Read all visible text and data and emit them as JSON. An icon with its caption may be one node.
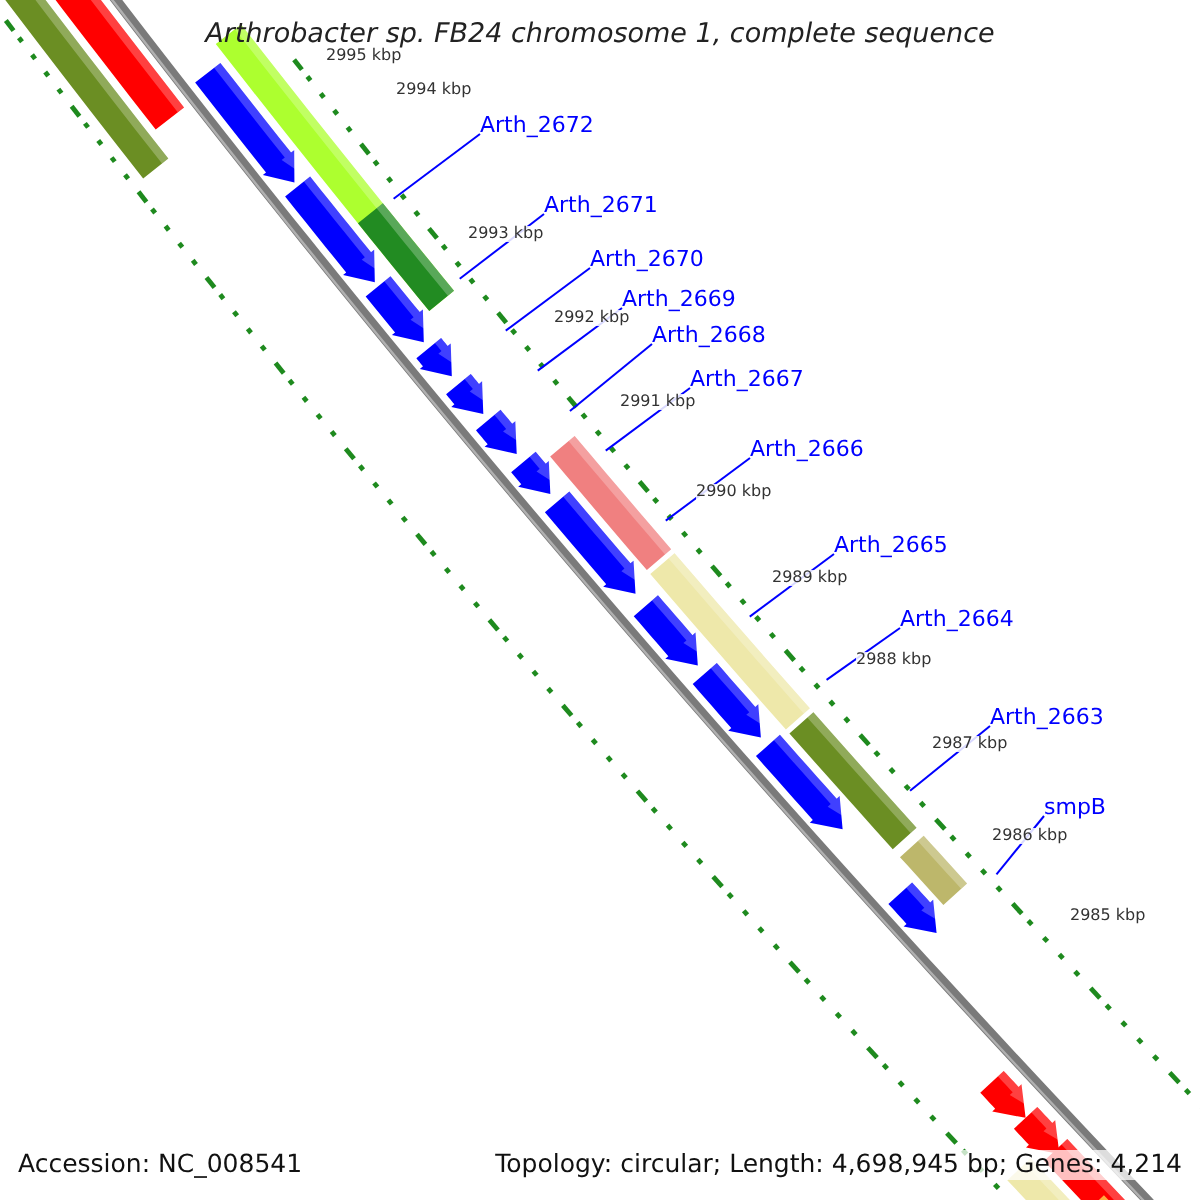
{
  "diagram": {
    "title": "Arthrobacter sp. FB24 chromosome 1, complete sequence",
    "nodes": [
      {
        "text": [
          "Arth_2672"
        ]
      },
      {
        "text": [
          "Arth_2671"
        ]
      },
      {
        "text": [
          "Arth_2670"
        ]
      },
      {
        "text": [
          "Arth_2669"
        ]
      },
      {
        "text": [
          "Arth_2668"
        ]
      },
      {
        "text": [
          "Arth_2667"
        ]
      },
      {
        "text": [
          "Arth_2666"
        ]
      },
      {
        "text": [
          "Arth_2665"
        ]
      },
      {
        "text": [
          "Arth_2664"
        ]
      },
      {
        "text": [
          "Arth_2663"
        ]
      },
      {
        "text": [
          "smpB"
        ]
      }
    ],
    "edges": [
      {
        "from": 0,
        "to": null,
        "arrow": "none"
      },
      {
        "from": 1,
        "to": null,
        "arrow": "none"
      },
      {
        "from": 2,
        "to": null,
        "arrow": "none"
      },
      {
        "from": 3,
        "to": null,
        "arrow": "none"
      },
      {
        "from": 4,
        "to": null,
        "arrow": "none"
      },
      {
        "from": 5,
        "to": null,
        "arrow": "none"
      },
      {
        "from": 6,
        "to": null,
        "arrow": "none"
      },
      {
        "from": 7,
        "to": null,
        "arrow": "none"
      },
      {
        "from": 8,
        "to": null,
        "arrow": "none"
      },
      {
        "from": 9,
        "to": null,
        "arrow": "none"
      },
      {
        "from": 10,
        "to": null,
        "arrow": "none"
      }
    ],
    "labels": [
      "2995 kbp",
      "2994 kbp",
      "2993 kbp",
      "2992 kbp",
      "2991 kbp",
      "2990 kbp",
      "2989 kbp",
      "2988 kbp",
      "2987 kbp",
      "2986 kbp",
      "2985 kbp",
      "Accession: NC_008541",
      "Topology: circular; Length: 4,698,945 bp; Genes: 4,214"
    ]
  }
}
